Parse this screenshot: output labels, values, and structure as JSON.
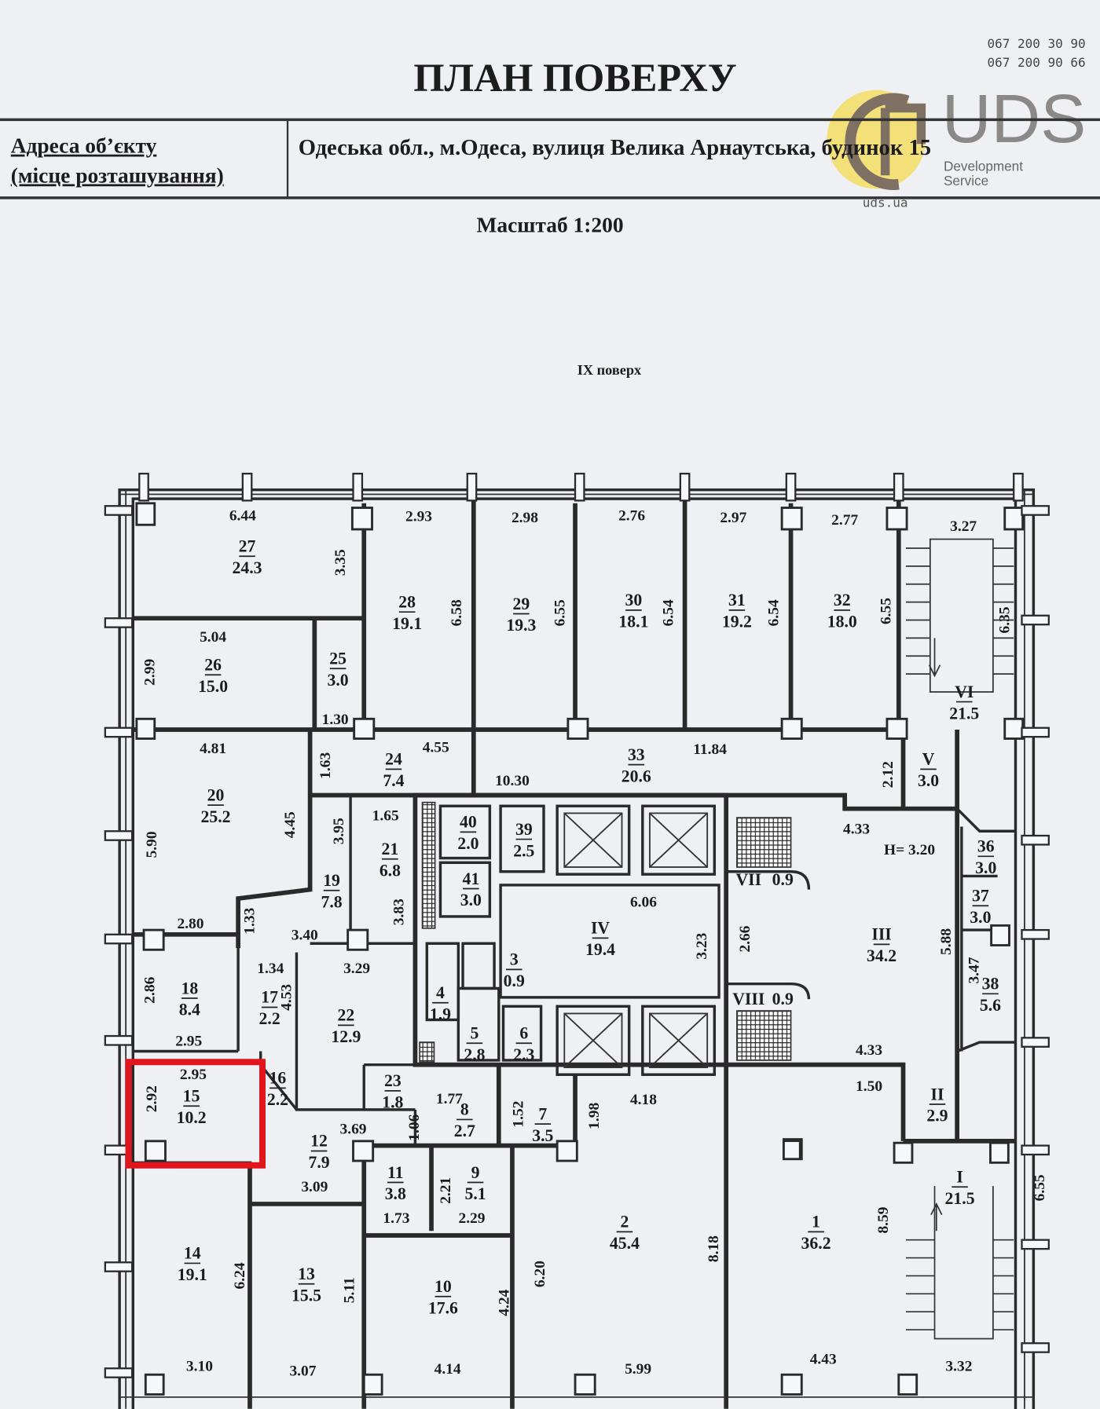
{
  "header": {
    "title": "ПЛАН ПОВЕРХУ",
    "address_label_line1": "Адреса об’єкту",
    "address_label_line2": "(місце розташування)",
    "address_value": "Одеська обл., м.Одеса, вулиця Велика Арнаутська, будинок 15",
    "scale": "Масштаб 1:200"
  },
  "watermark": {
    "phone1": "067 200 30 90",
    "phone2": "067 200 90 66",
    "brand": "UDS",
    "tagline1": "Development",
    "tagline2": "Service",
    "site": "uds.ua"
  },
  "plan": {
    "floor_label": "IX поверх",
    "highlight_color": "#e0161c",
    "highlighted_room": "15",
    "rooms": [
      {
        "id": "27",
        "area": "24.3"
      },
      {
        "id": "28",
        "area": "19.1"
      },
      {
        "id": "29",
        "area": "19.3"
      },
      {
        "id": "30",
        "area": "18.1"
      },
      {
        "id": "31",
        "area": "19.2"
      },
      {
        "id": "32",
        "area": "18.0"
      },
      {
        "id": "26",
        "area": "15.0"
      },
      {
        "id": "25",
        "area": "3.0"
      },
      {
        "id": "VI",
        "area": "21.5"
      },
      {
        "id": "20",
        "area": "25.2"
      },
      {
        "id": "24",
        "area": "7.4"
      },
      {
        "id": "33",
        "area": "20.6"
      },
      {
        "id": "V",
        "area": "3.0"
      },
      {
        "id": "21",
        "area": "6.8"
      },
      {
        "id": "19",
        "area": "7.8"
      },
      {
        "id": "40",
        "area": "2.0"
      },
      {
        "id": "39",
        "area": "2.5"
      },
      {
        "id": "41",
        "area": "3.0"
      },
      {
        "id": "36",
        "area": "3.0"
      },
      {
        "id": "37",
        "area": "3.0"
      },
      {
        "id": "IV",
        "area": "19.4"
      },
      {
        "id": "III",
        "area": "34.2"
      },
      {
        "id": "3",
        "area": "0.9"
      },
      {
        "id": "18",
        "area": "8.4"
      },
      {
        "id": "17",
        "area": "2.2"
      },
      {
        "id": "22",
        "area": "12.9"
      },
      {
        "id": "4",
        "area": "1.9"
      },
      {
        "id": "38",
        "area": "5.6"
      },
      {
        "id": "5",
        "area": "2.8"
      },
      {
        "id": "6",
        "area": "2.3"
      },
      {
        "id": "15",
        "area": "10.2"
      },
      {
        "id": "16",
        "area": "2.2"
      },
      {
        "id": "23",
        "area": "1.8"
      },
      {
        "id": "8",
        "area": "2.7"
      },
      {
        "id": "7",
        "area": "3.5"
      },
      {
        "id": "II",
        "area": "2.9"
      },
      {
        "id": "12",
        "area": "7.9"
      },
      {
        "id": "11",
        "area": "3.8"
      },
      {
        "id": "9",
        "area": "5.1"
      },
      {
        "id": "I",
        "area": "21.5"
      },
      {
        "id": "2",
        "area": "45.4"
      },
      {
        "id": "1",
        "area": "36.2"
      },
      {
        "id": "14",
        "area": "19.1"
      },
      {
        "id": "13",
        "area": "15.5"
      },
      {
        "id": "10",
        "area": "17.6"
      },
      {
        "id": "VII",
        "area": "0.9"
      },
      {
        "id": "VIII",
        "area": "0.9"
      }
    ],
    "dimensions": [
      "6.44",
      "2.93",
      "2.98",
      "2.76",
      "2.97",
      "2.77",
      "3.27",
      "3.35",
      "6.58",
      "6.55",
      "6.54",
      "6.54",
      "6.55",
      "6.35",
      "5.04",
      "2.99",
      "1.30",
      "4.81",
      "4.55",
      "11.84",
      "1.63",
      "10.30",
      "2.12",
      "1.65",
      "3.95",
      "4.45",
      "5.90",
      "4.33",
      "H= 3.20",
      "6.06",
      "3.83",
      "3.23",
      "2.66",
      "5.88",
      "3.47",
      "2.80",
      "1.33",
      "3.40",
      "1.34",
      "3.29",
      "2.86",
      "4.53",
      "2.95",
      "4.33",
      "1.50",
      "2.95",
      "2.92",
      "1.77",
      "1.52",
      "1.98",
      "4.18",
      "3.69",
      "1.06",
      "2.21",
      "3.09",
      "1.73",
      "2.29",
      "6.55",
      "8.59",
      "8.18",
      "6.20",
      "6.24",
      "5.11",
      "4.24",
      "3.10",
      "3.07",
      "4.14",
      "5.99",
      "4.43",
      "3.32"
    ]
  }
}
